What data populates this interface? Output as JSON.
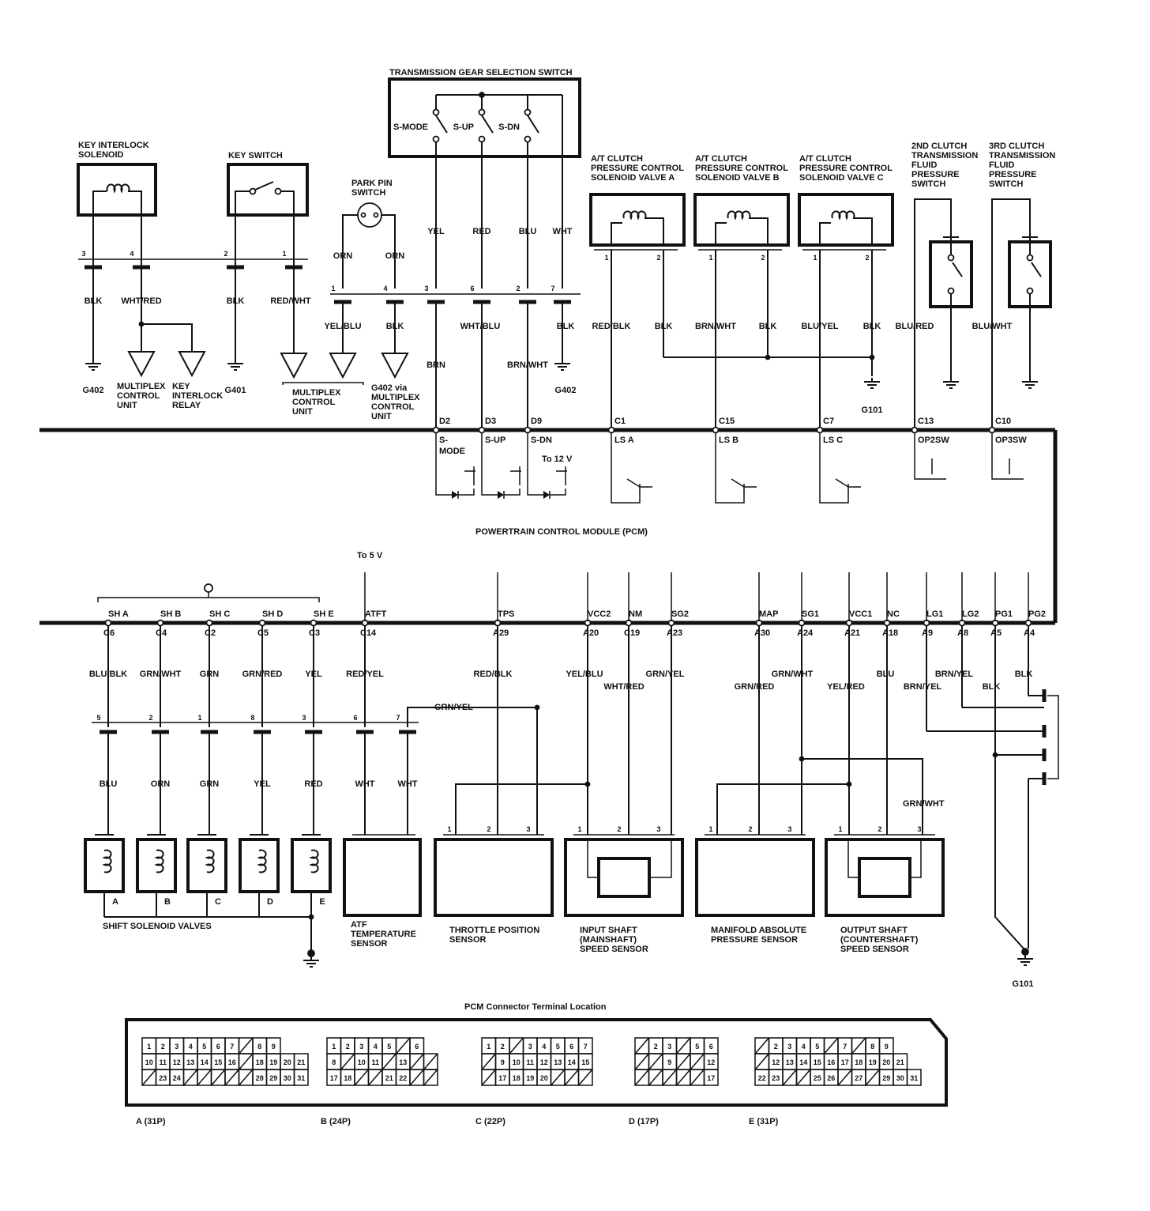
{
  "top": {
    "gear_switch": {
      "title": "TRANSMISSION GEAR SELECTION SWITCH",
      "contacts": [
        "S-MODE",
        "S-UP",
        "S-DN"
      ],
      "wires": [
        "YEL",
        "RED",
        "BLU",
        "WHT"
      ]
    },
    "key_interlock": {
      "title": [
        "KEY INTERLOCK",
        "SOLENOID"
      ]
    },
    "key_switch": {
      "title": "KEY SWITCH"
    },
    "park_pin": {
      "title": [
        "PARK PIN",
        "SWITCH"
      ],
      "wires": [
        "ORN",
        "ORN"
      ]
    },
    "solenoid_a": {
      "title": [
        "A/T CLUTCH",
        "PRESSURE CONTROL",
        "SOLENOID VALVE A"
      ]
    },
    "solenoid_b": {
      "title": [
        "A/T CLUTCH",
        "PRESSURE CONTROL",
        "SOLENOID VALVE B"
      ]
    },
    "solenoid_c": {
      "title": [
        "A/T CLUTCH",
        "PRESSURE CONTROL",
        "SOLENOID VALVE C"
      ]
    },
    "sw2": {
      "title": [
        "2ND CLUTCH",
        "TRANSMISSION",
        "FLUID",
        "PRESSURE",
        "SWITCH"
      ]
    },
    "sw3": {
      "title": [
        "3RD CLUTCH",
        "TRANSMISSION",
        "FLUID",
        "PRESSURE",
        "SWITCH"
      ]
    },
    "connector_pins": [
      "3",
      "4",
      "2",
      "1",
      "1",
      "4",
      "3",
      "6",
      "2",
      "7"
    ],
    "valve_pins": [
      "1",
      "2",
      "1",
      "2",
      "1",
      "2"
    ],
    "wire_labels": {
      "blk1": "BLK",
      "whtred": "WHT/RED",
      "blk2": "BLK",
      "redwht": "RED/WHT",
      "yelblu": "YEL/BLU",
      "blk3": "BLK",
      "brn": "BRN",
      "whtblu": "WHT/BLU",
      "brnwht": "BRN/WHT",
      "blk4": "BLK",
      "redblk": "RED/BLK",
      "blk5": "BLK",
      "brnwht2": "BRN/WHT",
      "blk6": "BLK",
      "bluyel": "BLU/YEL",
      "blk7": "BLK",
      "blured": "BLU/RED",
      "bluwht": "BLU/WHT"
    },
    "grounds": {
      "g402a": "G402",
      "g401": "G401",
      "g402b": "G402",
      "g101a": "G101"
    },
    "loads": {
      "mcu1": [
        "MULTIPLEX",
        "CONTROL",
        "UNIT"
      ],
      "relay": [
        "KEY",
        "INTERLOCK",
        "RELAY"
      ],
      "mcu2": [
        "MULTIPLEX",
        "CONTROL",
        "UNIT"
      ],
      "g402via": [
        "G402 via",
        "MULTIPLEX",
        "CONTROL",
        "UNIT"
      ]
    }
  },
  "pcm": {
    "title": "POWERTRAIN CONTROL MODULE (PCM)",
    "upper_terms": [
      {
        "pin": "D2",
        "sig": "S-"
      },
      {
        "pin": "D3",
        "sig": "S-UP"
      },
      {
        "pin": "D9",
        "sig": "S-DN"
      },
      {
        "pin": "C1",
        "sig": "LS A"
      },
      {
        "pin": "C15",
        "sig": "LS B"
      },
      {
        "pin": "C7",
        "sig": "LS C"
      },
      {
        "pin": "C13",
        "sig": "OP2SW"
      },
      {
        "pin": "C10",
        "sig": "OP3SW"
      }
    ],
    "mode_suffix": "MODE",
    "to12v": "To 12 V",
    "to5v": "To 5 V",
    "lower_terms": [
      {
        "sig": "SH A",
        "pin": "C6"
      },
      {
        "sig": "SH B",
        "pin": "C4"
      },
      {
        "sig": "SH C",
        "pin": "C2"
      },
      {
        "sig": "SH D",
        "pin": "C5"
      },
      {
        "sig": "SH E",
        "pin": "C3"
      },
      {
        "sig": "ATFT",
        "pin": "C14"
      },
      {
        "sig": "TPS",
        "pin": "A29"
      },
      {
        "sig": "VCC2",
        "pin": "A20"
      },
      {
        "sig": "NM",
        "pin": "C19"
      },
      {
        "sig": "SG2",
        "pin": "A23"
      },
      {
        "sig": "MAP",
        "pin": "A30"
      },
      {
        "sig": "SG1",
        "pin": "A24"
      },
      {
        "sig": "VCC1",
        "pin": "A21"
      },
      {
        "sig": "NC",
        "pin": "A18"
      },
      {
        "sig": "LG1",
        "pin": "A9"
      },
      {
        "sig": "LG2",
        "pin": "A8"
      },
      {
        "sig": "PG1",
        "pin": "A5"
      },
      {
        "sig": "PG2",
        "pin": "A4"
      }
    ]
  },
  "bottom": {
    "wire_labels": {
      "blublk": "BLU/BLK",
      "grnwht": "GRN/WHT",
      "grn": "GRN",
      "grnred": "GRN/RED",
      "yel": "YEL",
      "redyel": "RED/YEL",
      "grnyel_top": "GRN/YEL",
      "redblk": "RED/BLK",
      "yelblu": "YEL/BLU",
      "whtred": "WHT/RED",
      "grnyel": "GRN/YEL",
      "grnred2": "GRN/RED",
      "grnwht2": "GRN/WHT",
      "yelred": "YEL/RED",
      "blu": "BLU",
      "brnyel": "BRN/YEL",
      "brnyel2": "BRN/YEL",
      "blk": "BLK",
      "blk2": "BLK",
      "grnwht3": "GRN/WHT"
    },
    "conn_pins": [
      "5",
      "2",
      "1",
      "8",
      "3",
      "6",
      "7"
    ],
    "conn_wires": [
      "BLU",
      "ORN",
      "GRN",
      "YEL",
      "RED",
      "WHT",
      "WHT"
    ],
    "valves": [
      "A",
      "B",
      "C",
      "D",
      "E"
    ],
    "valves_title": "SHIFT SOLENOID VALVES",
    "atf": [
      "ATF",
      "TEMPERATURE",
      "SENSOR"
    ],
    "tps": [
      "THROTTLE POSITION",
      "SENSOR"
    ],
    "iss": [
      "INPUT SHAFT",
      "(MAINSHAFT)",
      "SPEED SENSOR"
    ],
    "map": [
      "MANIFOLD ABSOLUTE",
      "PRESSURE SENSOR"
    ],
    "oss": [
      "OUTPUT SHAFT",
      "(COUNTERSHAFT)",
      "SPEED SENSOR"
    ],
    "sensor_pins": [
      "1",
      "2",
      "3"
    ],
    "g101": "G101"
  },
  "connector": {
    "title": "PCM Connector Terminal Location",
    "labels": [
      "A (31P)",
      "B (24P)",
      "C (22P)",
      "D (17P)",
      "E (31P)"
    ],
    "groups": [
      {
        "rows": [
          [
            "1",
            "2",
            "3",
            "4",
            "5",
            "6",
            "7",
            "/",
            "8",
            "9"
          ],
          [
            "10",
            "11",
            "12",
            "13",
            "14",
            "15",
            "16",
            "/",
            "18",
            "19",
            "20",
            "21"
          ],
          [
            "/",
            "23",
            "24",
            "/",
            "/",
            "/",
            "/",
            "/",
            "28",
            "29",
            "30",
            "31"
          ]
        ]
      },
      {
        "rows": [
          [
            "1",
            "2",
            "3",
            "4",
            "5",
            "/",
            "6"
          ],
          [
            "8",
            "/",
            "10",
            "11",
            "/",
            "13",
            "/",
            "/"
          ],
          [
            "17",
            "18",
            "/",
            "/",
            "21",
            "22",
            "/",
            "/"
          ]
        ]
      },
      {
        "rows": [
          [
            "1",
            "2",
            "/",
            "3",
            "4",
            "5",
            "6",
            "7"
          ],
          [
            "/",
            "9",
            "10",
            "11",
            "12",
            "13",
            "14",
            "15"
          ],
          [
            "/",
            "17",
            "18",
            "19",
            "20",
            "/",
            "/",
            "/"
          ]
        ]
      },
      {
        "rows": [
          [
            "/",
            "2",
            "3",
            "/",
            "5",
            "6"
          ],
          [
            "/",
            "/",
            "9",
            "/",
            "/",
            "12"
          ],
          [
            "/",
            "/",
            "/",
            "/",
            "/",
            "17"
          ]
        ]
      },
      {
        "rows": [
          [
            "/",
            "2",
            "3",
            "4",
            "5",
            "/",
            "7",
            "/",
            "8",
            "9"
          ],
          [
            "/",
            "12",
            "13",
            "14",
            "15",
            "16",
            "17",
            "18",
            "19",
            "20",
            "21"
          ],
          [
            "22",
            "23",
            "/",
            "/",
            "25",
            "26",
            "/",
            "27",
            "/",
            "29",
            "30",
            "31"
          ]
        ]
      }
    ]
  }
}
